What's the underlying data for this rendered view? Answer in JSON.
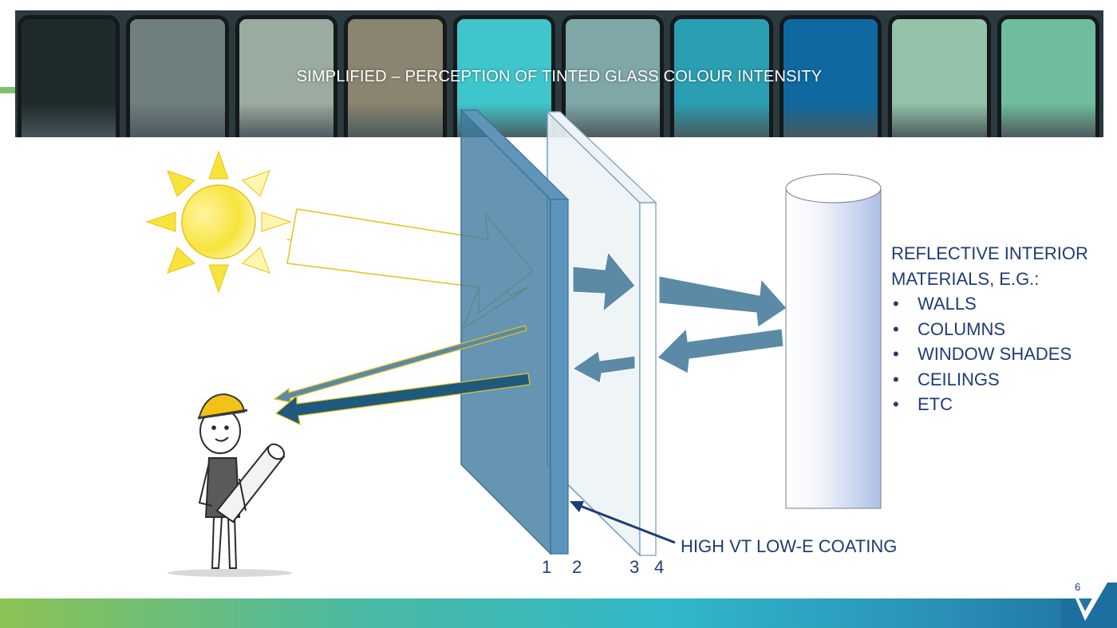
{
  "banner": {
    "title": "SIMPLIFIED – PERCEPTION OF TINTED GLASS COLOUR INTENSITY",
    "swatch_colors": [
      "#1e2a2c",
      "#6f7f80",
      "#9aaba0",
      "#8a8570",
      "#3fc6cc",
      "#7fa7a8",
      "#2a9fb3",
      "#0f69a0",
      "#93c3a8",
      "#6fbd9c"
    ]
  },
  "legend": {
    "heading_line1": "REFLECTIVE INTERIOR",
    "heading_line2": "MATERIALS, E.G.:",
    "items": [
      "WALLS",
      "COLUMNS",
      "WINDOW SHADES",
      "CEILINGS",
      "ETC"
    ]
  },
  "coating_label": "HIGH VT LOW-E COATING",
  "surfaces": [
    "1",
    "2",
    "3",
    "4"
  ],
  "page_number": "6",
  "colors": {
    "text": "#1f3c74",
    "sun": "#f5e13a",
    "sun_outline": "#e8c218",
    "tinted_glass": "#4f86a6",
    "clear_glass": "#eef4f5",
    "glass_edge": "#6f9cc0",
    "arrow_blue": "#5a8aa6",
    "arrow_dark": "#1f5a7e",
    "column_grad_end": "#aec0e6",
    "footer_accent": "#8cc253"
  },
  "icons": {
    "sun": "sun-icon",
    "observer": "person-with-hardhat-icon",
    "column": "column-cylinder-icon"
  }
}
